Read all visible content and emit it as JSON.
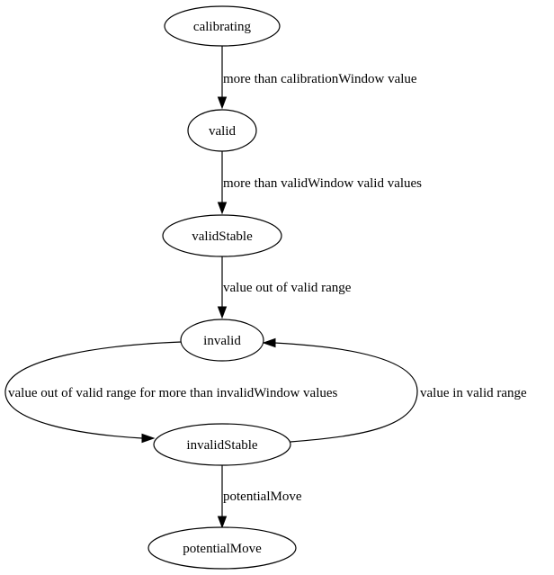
{
  "nodes": {
    "calibrating": "calibrating",
    "valid": "valid",
    "validStable": "validStable",
    "invalid": "invalid",
    "invalidStable": "invalidStable",
    "potentialMove": "potentialMove"
  },
  "edges": {
    "calibrating_to_valid": "more than calibrationWindow value",
    "valid_to_validStable": "more than validWindow valid values",
    "validStable_to_invalid": "value out of valid range",
    "invalid_to_invalidStable": "value out of valid range for more than invalidWindow values",
    "invalidStable_to_invalid": "value in valid range",
    "invalidStable_to_potentialMove": "potentialMove"
  }
}
